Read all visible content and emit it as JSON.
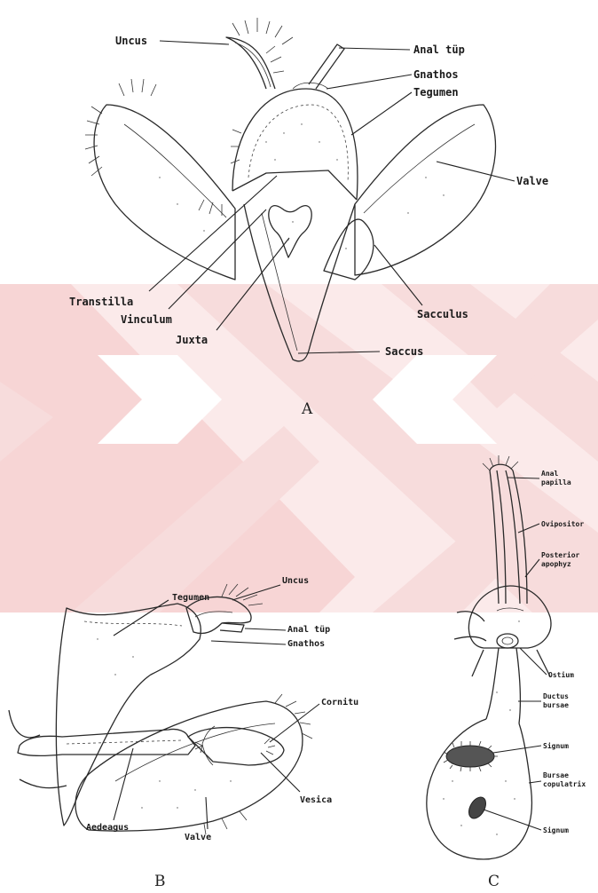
{
  "panels": [
    {
      "letter": "A",
      "labels": {
        "uncus": "Uncus",
        "anal_tup": "Anal tüp",
        "gnathos": "Gnathos",
        "tegumen": "Tegumen",
        "valve": "Valve",
        "transtilla": "Transtilla",
        "vinculum": "Vinculum",
        "juxta": "Juxta",
        "sacculus": "Sacculus",
        "saccus": "Saccus"
      }
    },
    {
      "letter": "B",
      "labels": {
        "tegumen": "Tegumen",
        "uncus": "Uncus",
        "anal_tup": "Anal tüp",
        "gnathos": "Gnathos",
        "cornitu": "Cornitu",
        "vesica": "Vesica",
        "aedeagus": "Aedeagus",
        "valve": "Valve"
      }
    },
    {
      "letter": "C",
      "labels": {
        "anal_papilla_1": "Anal",
        "anal_papilla_2": "papilla",
        "ovipositor": "Ovipositor",
        "posterior_apophyz_1": "Posterior",
        "posterior_apophyz_2": "apophyz",
        "ostium": "Ostium",
        "ductus_bursae_1": "Ductus",
        "ductus_bursae_2": "bursae",
        "signum_upper": "Signum",
        "bursae_copulatrix_1": "Bursae",
        "bursae_copulatrix_2": "copulatrix",
        "signum_lower": "Signum"
      }
    }
  ],
  "colors": {
    "watermark": "#f7dcdc",
    "ink": "#222222",
    "paper": "#ffffff"
  }
}
